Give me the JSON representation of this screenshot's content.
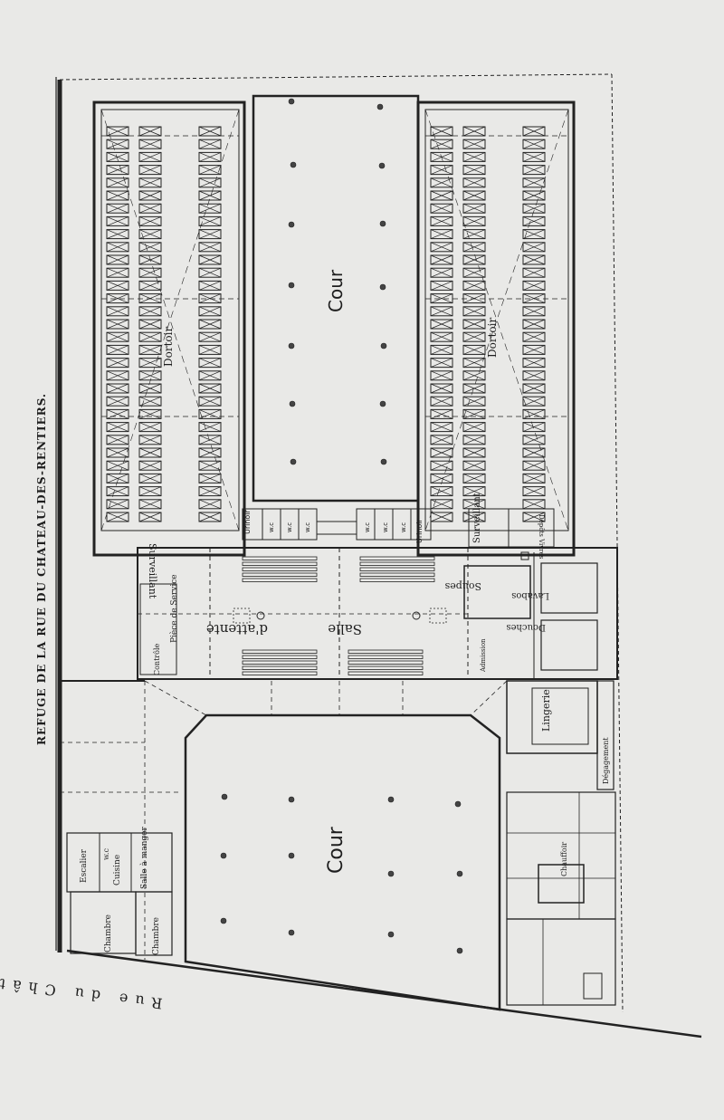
{
  "title": "REFUGE DE LA RUE DU CHATEAU-DES-RENTIERS.",
  "rooms": {
    "cour_top": "Cour",
    "cour_bottom": "Cour",
    "dortoir_left": "Dortoir",
    "dortoir_right": "Dortoir",
    "surveillant_left": "Surveillant",
    "surveillant_right": "Surveillant",
    "urinoir_left": "Urinoir",
    "urinoir_right": "Urinoir",
    "wc": "w.c",
    "piece_de_service": "Pièce de Service",
    "controle": "Contrôle",
    "salle": "Salle",
    "d_attente": "d'attente",
    "soupes": "Soupes",
    "lavabos": "Lavabos",
    "douches": "Douches",
    "depots_vivres": "Dépôts Vivres",
    "admission": "Admission",
    "lingerie": "Lingerie",
    "degagement": "Dégagement",
    "escalier": "Escalier",
    "cuisine": "Cuisine",
    "salle_a_manger": "Salle à manger",
    "chambre": "Chambre",
    "chauffoir": "Chauffoir",
    "street": "Rue du Château des Rentiers"
  }
}
